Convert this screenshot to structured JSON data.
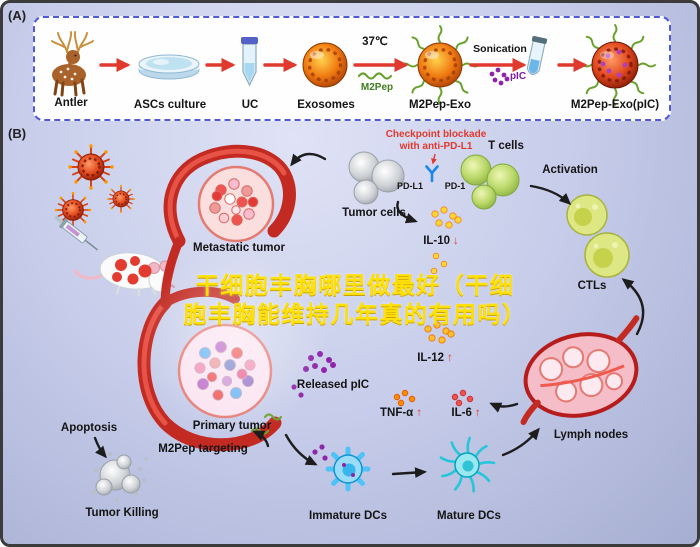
{
  "figure": {
    "panel_a": {
      "label": "(A)",
      "steps": [
        {
          "name": "Antler"
        },
        {
          "name": "ASCs culture"
        },
        {
          "name": "UC"
        },
        {
          "name": "Exosomes"
        },
        {
          "name": "M2Pep-Exo"
        },
        {
          "name": "M2Pep-Exo(pIC)"
        }
      ],
      "temperature": "37℃",
      "m2pep": "M2Pep",
      "sonication": "Sonication",
      "pic": "pIC"
    },
    "panel_b": {
      "label": "(B)",
      "checkpoint_line1": "Checkpoint blockade",
      "checkpoint_line2": "with anti-PD-L1",
      "t_cells": "T cells",
      "tumor_cells": "Tumor cells",
      "pd_l1": "PD-L1",
      "pd_1": "PD-1",
      "activation": "Activation",
      "ctls": "CTLs",
      "metastatic_tumor": "Metastatic tumor",
      "il10": {
        "label": "IL-10",
        "arrow": "↓"
      },
      "il12": {
        "label": "IL-12",
        "arrow": "↑"
      },
      "released_pic": "Released pIC",
      "tnf_alpha": {
        "label": "TNF-α",
        "arrow": "↑"
      },
      "il6": {
        "label": "IL-6",
        "arrow": "↑"
      },
      "apoptosis": "Apoptosis",
      "primary_tumor": "Primary tumor",
      "m2pep_targeting": "M2Pep targeting",
      "lymph_nodes": "Lymph nodes",
      "tumor_killing": "Tumor Killing",
      "immature_dcs": "Immature DCs",
      "mature_dcs": "Mature DCs"
    },
    "watermark": {
      "line1": "干细胞丰胸哪里做最好（干细",
      "line2": "胞丰胸能维持几年真的有用吗）"
    },
    "colors": {
      "background": "#c7cdea",
      "panel_a_border": "#4f5bd5",
      "panel_a_bg": "#fefeff",
      "red_arrow": "#e0392e",
      "red_text": "#e0392e",
      "watermark_yellow": "#ffe10a",
      "vessel_red": "#c22a22",
      "exosome_orange": "#f07a12",
      "pic_purple": "#8e24aa",
      "m2pep_green": "#6aa32c",
      "dc_blue": "#4fc3f7",
      "t_cell_green": "#bbd96a"
    },
    "icons": [
      "deer-icon",
      "petri-dish-icon",
      "centrifuge-tube-icon",
      "exosome-icon",
      "m2pep-peptide-icon",
      "m2pep-exo-icon",
      "sonication-tube-icon",
      "m2pep-exo-pic-icon",
      "virus-particle-icon",
      "mouse-icon",
      "syringe-icon",
      "anti-pd-l1-antibody-icon",
      "immature-dc-icon",
      "mature-dc-icon",
      "lymph-node-icon"
    ]
  }
}
